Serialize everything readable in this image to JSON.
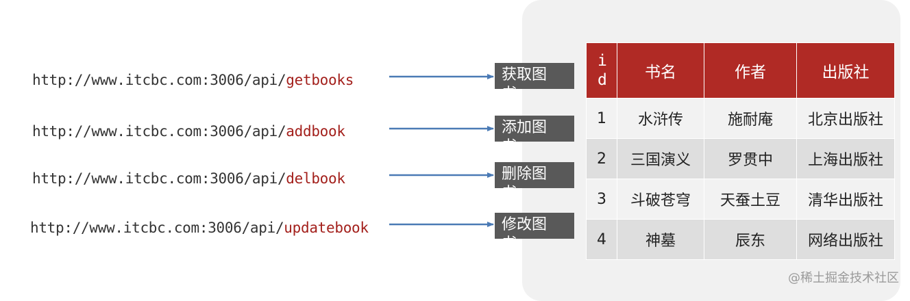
{
  "apis": [
    {
      "base": "http://www.itcbc.com:3006/api/",
      "endpoint": "getbooks",
      "label": "获取图书"
    },
    {
      "base": "http://www.itcbc.com:3006/api/",
      "endpoint": "addbook",
      "label": "添加图书"
    },
    {
      "base": "http://www.itcbc.com:3006/api/",
      "endpoint": "delbook",
      "label": "删除图书"
    },
    {
      "base": "http://www.itcbc.com:3006/api/",
      "endpoint": "updatebook",
      "label": "修改图书"
    }
  ],
  "table": {
    "headers": [
      "id",
      "书名",
      "作者",
      "出版社"
    ],
    "rows": [
      [
        "1",
        "水浒传",
        "施耐庵",
        "北京出版社"
      ],
      [
        "2",
        "三国演义",
        "罗贯中",
        "上海出版社"
      ],
      [
        "3",
        "斗破苍穹",
        "天蚕土豆",
        "清华出版社"
      ],
      [
        "4",
        "神墓",
        "辰东",
        "网络出版社"
      ]
    ]
  },
  "watermark": "@稀土掘金技术社区",
  "colors": {
    "header_bg": "#b02a25",
    "endpoint_text": "#a3201c",
    "arrow": "#4a7ab5",
    "label_bg": "#595959"
  }
}
